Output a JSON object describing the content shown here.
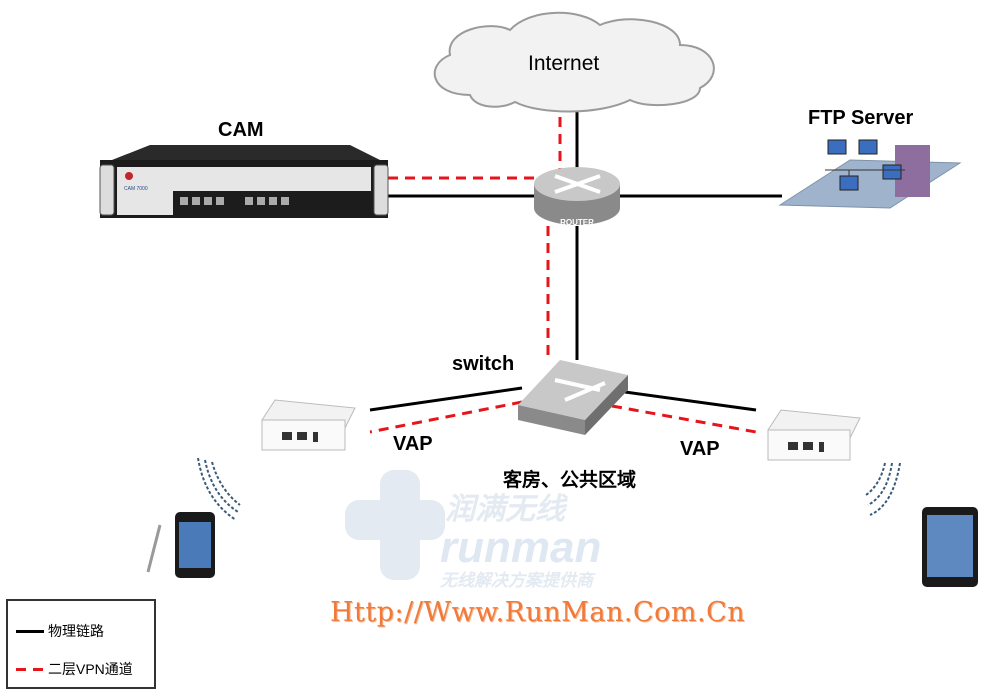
{
  "nodes": {
    "internet": "Internet",
    "cam": "CAM",
    "cam_model": "CAM 7000",
    "router": "ROUTER",
    "ftp": "FTP Server",
    "switch": "switch",
    "vap_left": "VAP",
    "vap_right": "VAP",
    "area": "客房、公共区域"
  },
  "legend": {
    "physical": "物理链路",
    "vpn": "二层VPN通道"
  },
  "watermark": {
    "cn": "润满无线",
    "en": "runman",
    "slogan": "无线解决方案提供商",
    "url": "Http://Www.RunMan.Com.Cn"
  },
  "colors": {
    "physical": "#000000",
    "vpn": "#e8141b",
    "url": "#f07a3a"
  }
}
